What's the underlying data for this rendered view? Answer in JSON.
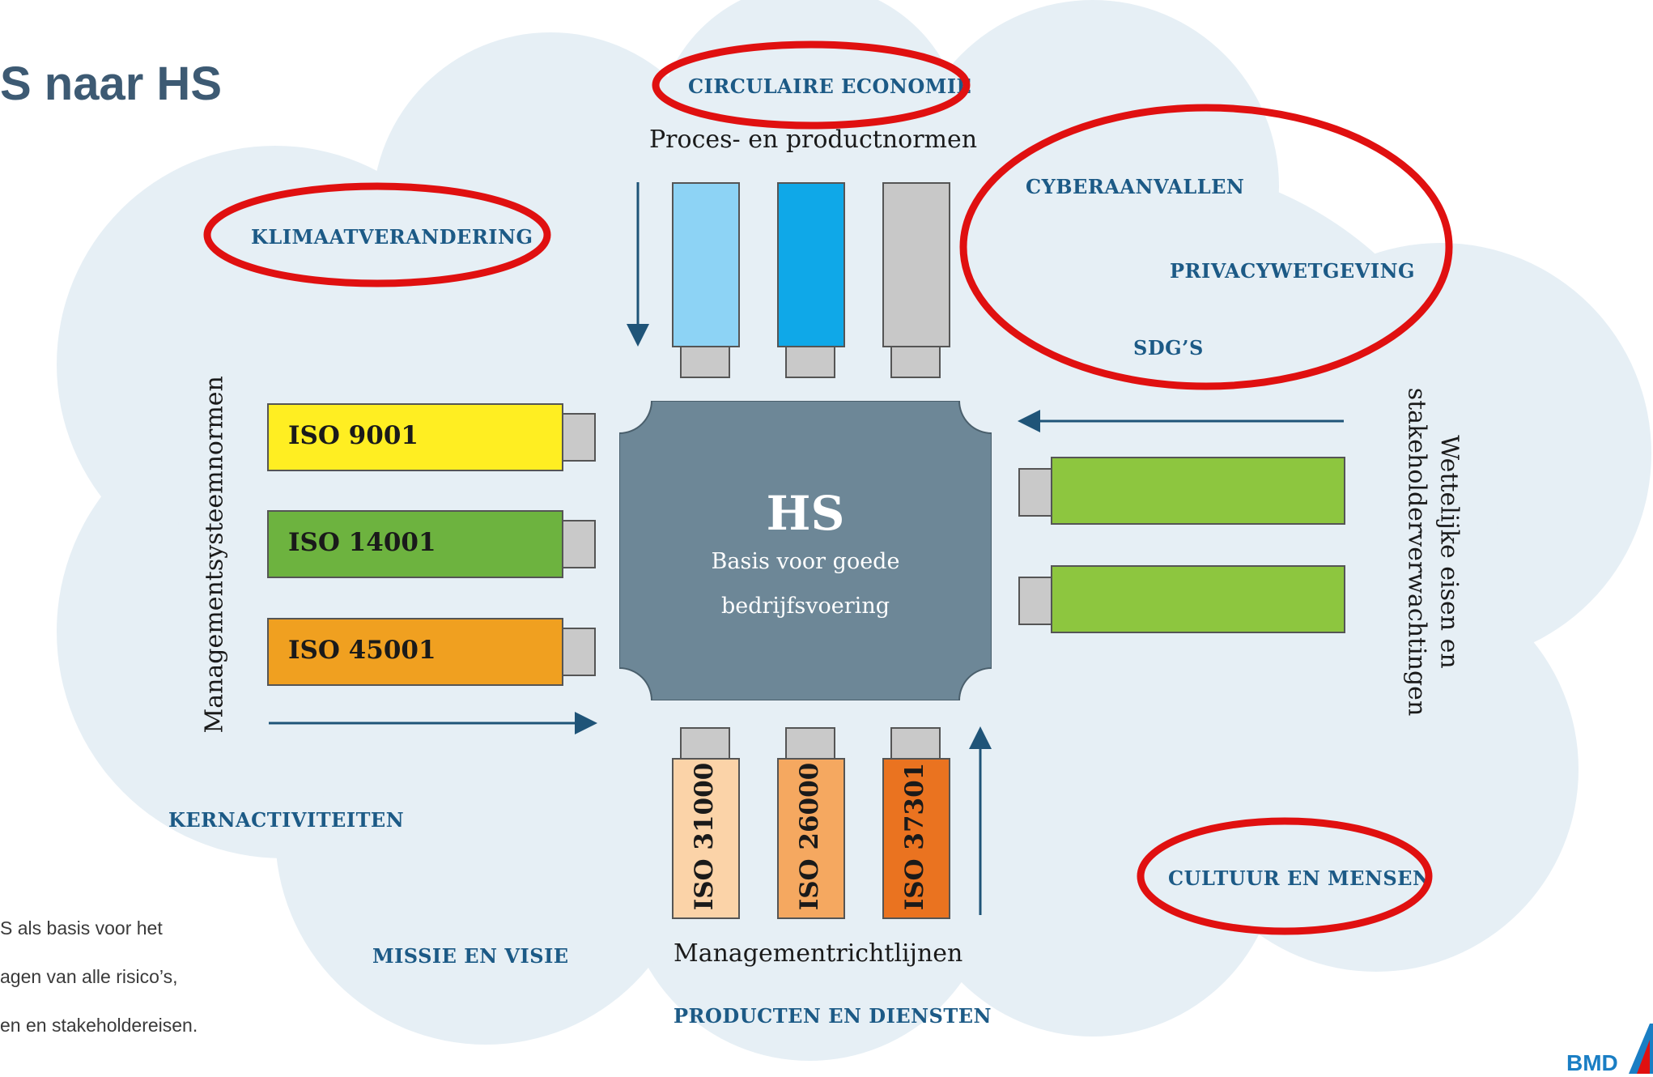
{
  "slide_title": "S naar HS",
  "center": {
    "title": "HS",
    "subtitle_line1": "Basis voor goede",
    "subtitle_line2": "bedrijfsvoering"
  },
  "topics": {
    "circulaire": "CIRCULAIRE ECONOMIE",
    "klimaat": "KLIMAATVERANDERING",
    "cyber": "CYBERAANVALLEN",
    "privacy": "PRIVACYWETGEVING",
    "sdg": "SDG’S",
    "kern": "KERNACTIVITEITEN",
    "missie": "MISSIE EN VISIE",
    "producten": "PRODUCTEN EN DIENSTEN",
    "cultuur": "CULTUUR EN MENSEN"
  },
  "group_labels": {
    "top": "Proces- en productnormen",
    "left": "Managementsysteemnormen",
    "right_line1": "Wettelijke eisen en",
    "right_line2": "stakeholderverwachtingen",
    "bottom": "Managementrichtlijnen"
  },
  "left_standards": [
    {
      "label": "ISO 9001",
      "color": "#ffee22"
    },
    {
      "label": "ISO 14001",
      "color": "#6db33f"
    },
    {
      "label": "ISO 45001",
      "color": "#f0a020"
    }
  ],
  "bottom_standards": [
    {
      "label": "ISO 31000",
      "color": "#fbd3a8"
    },
    {
      "label": "ISO 26000",
      "color": "#f5a860"
    },
    {
      "label": "ISO 37301",
      "color": "#ea7320"
    }
  ],
  "top_blocks": [
    "#8dd3f5",
    "#0fa8e8",
    "#c8c8c8"
  ],
  "right_blocks": [
    "#8dc63f",
    "#8dc63f"
  ],
  "caption_lines": [
    "S als basis voor het",
    "agen van alle risico’s,",
    "en en stakeholdereisen."
  ],
  "logo": "BMD",
  "colors": {
    "cloud": "#e6eff5",
    "center": "#6d8797",
    "highlight": "#e01010",
    "arrow": "#1f5478",
    "plug": "#c9c9c9"
  }
}
